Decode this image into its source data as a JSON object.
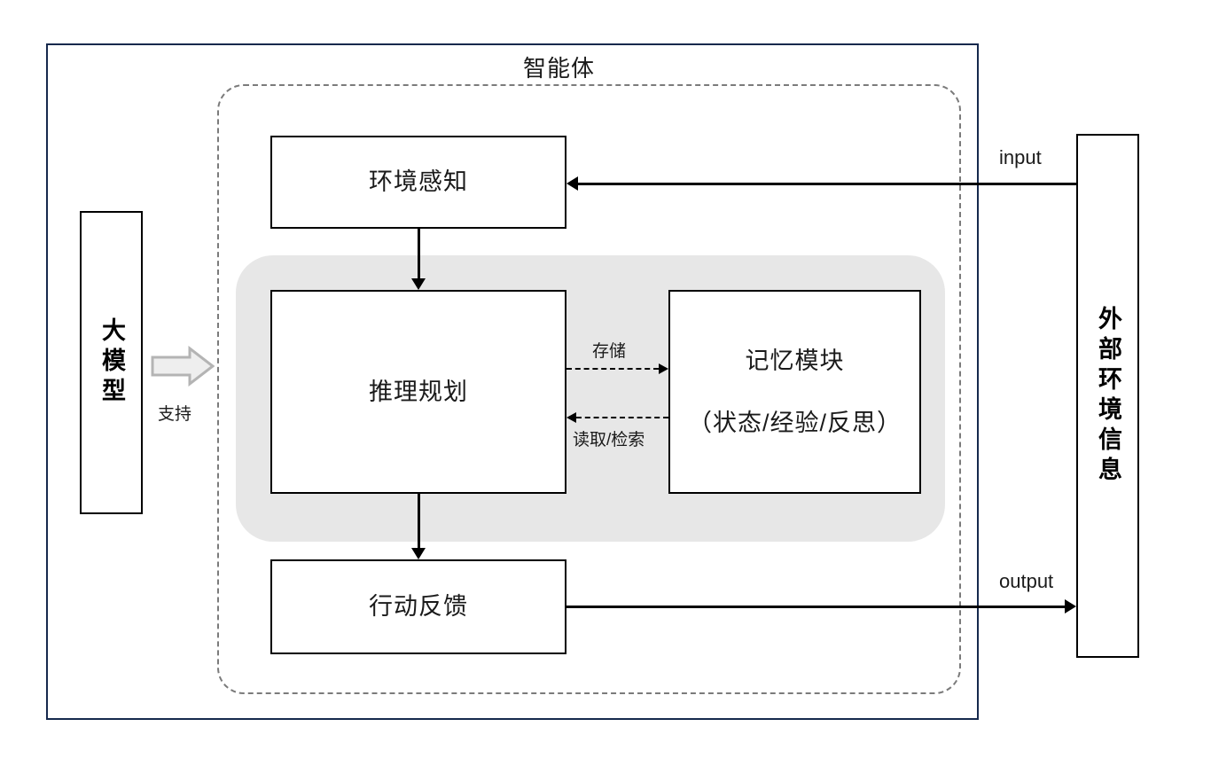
{
  "diagram": {
    "title": "智能体",
    "outer_frame_color": "#16294d",
    "agent_boundary_color": "#7b7b7b",
    "backdrop_color": "#e7e7e7",
    "nodes": {
      "llm": {
        "label": "大模型"
      },
      "perception": {
        "label": "环境感知"
      },
      "reasoning": {
        "label": "推理规划"
      },
      "memory": {
        "line1": "记忆模块",
        "line2": "（状态/经验/反思）"
      },
      "action": {
        "label": "行动反馈"
      },
      "environment": {
        "label": "外部环境信息"
      }
    },
    "edges": {
      "support": "支持",
      "store": "存储",
      "read_retrieve": "读取/检索",
      "input": "input",
      "output": "output"
    }
  }
}
